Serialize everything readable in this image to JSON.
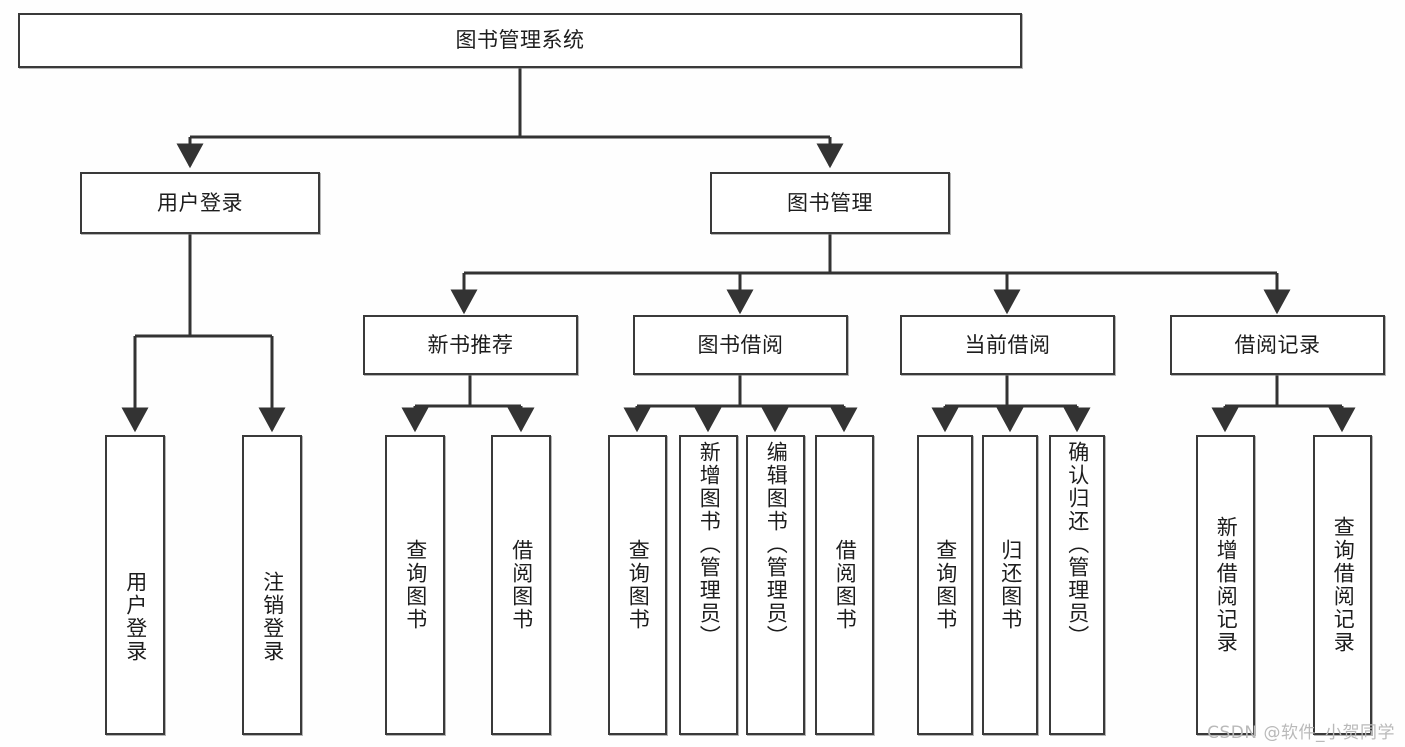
{
  "diagram": {
    "title": "图书管理系统",
    "type": "tree-hierarchy-chart",
    "watermark": "CSDN @软件_小贺同学",
    "colors": {
      "background": "#fefefe",
      "node_fill": "#ffffff",
      "node_border": "#3a3a3a",
      "edge": "#333333",
      "text": "#1d1d1d",
      "watermark": "#b9b9b9"
    },
    "root": {
      "label": "图书管理系统"
    },
    "level2": [
      {
        "label": "用户登录"
      },
      {
        "label": "图书管理"
      }
    ],
    "level3": [
      {
        "label": "新书推荐"
      },
      {
        "label": "图书借阅"
      },
      {
        "label": "当前借阅"
      },
      {
        "label": "借阅记录"
      }
    ],
    "leaves": {
      "user_login": [
        {
          "label": "用户登录"
        },
        {
          "label": "注销登录"
        }
      ],
      "new_book_recommend": [
        {
          "label": "查询图书"
        },
        {
          "label": "借阅图书"
        }
      ],
      "book_borrow": [
        {
          "label": "查询图书"
        },
        {
          "label": "新增图书（管理员）"
        },
        {
          "label": "编辑图书（管理员）"
        },
        {
          "label": "借阅图书"
        }
      ],
      "current_borrow": [
        {
          "label": "查询图书"
        },
        {
          "label": "归还图书"
        },
        {
          "label": "确认归还（管理员）"
        }
      ],
      "borrow_record": [
        {
          "label": "新增借阅记录"
        },
        {
          "label": "查询借阅记录"
        }
      ]
    }
  }
}
